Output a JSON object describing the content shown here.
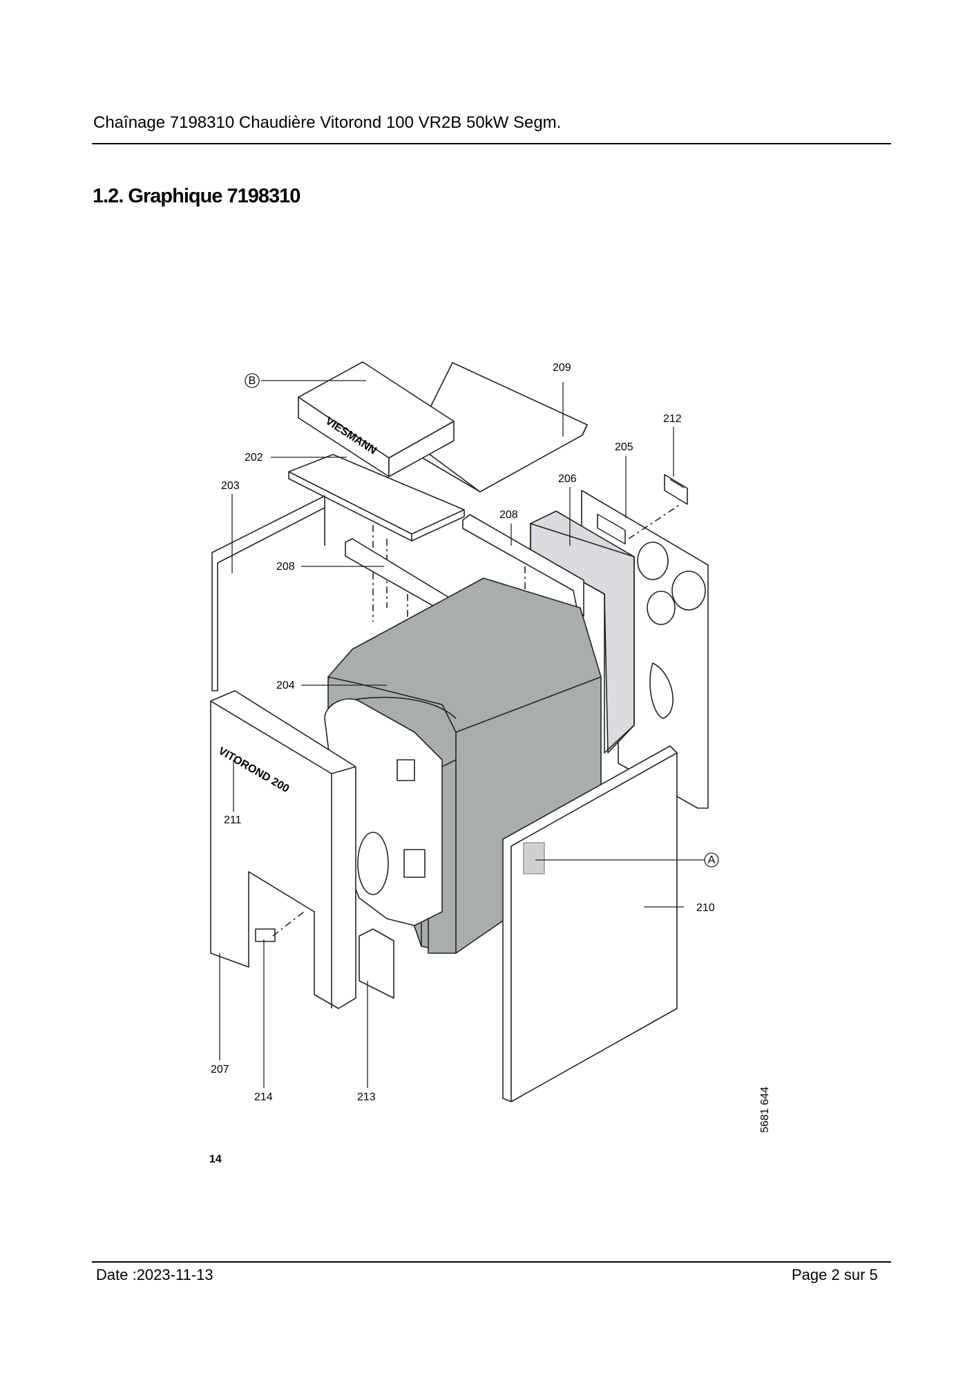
{
  "header": {
    "title": "Chaînage 7198310 Chaudière Vitorond 100 VR2B 50kW Segm."
  },
  "section": {
    "heading": "1.2. Graphique 7198310"
  },
  "diagram": {
    "callouts": {
      "B": "B",
      "A": "A",
      "p202": "202",
      "p203": "203",
      "p204": "204",
      "p205": "205",
      "p206": "206",
      "p207": "207",
      "p208_left": "208",
      "p208_right": "208",
      "p209": "209",
      "p210": "210",
      "p211": "211",
      "p212": "212",
      "p213": "213",
      "p214": "214"
    },
    "front_panel_brand": "VITOROND 200",
    "control_unit_brand": "VIESMANN",
    "drawing_number": "5681 644",
    "figure_number": "14",
    "colors": {
      "boiler_body": "#a8aeab",
      "insulation": "#dadadf",
      "outline": "#222222"
    }
  },
  "footer": {
    "date": "Date :2023-11-13",
    "page": "Page 2 sur   5"
  }
}
